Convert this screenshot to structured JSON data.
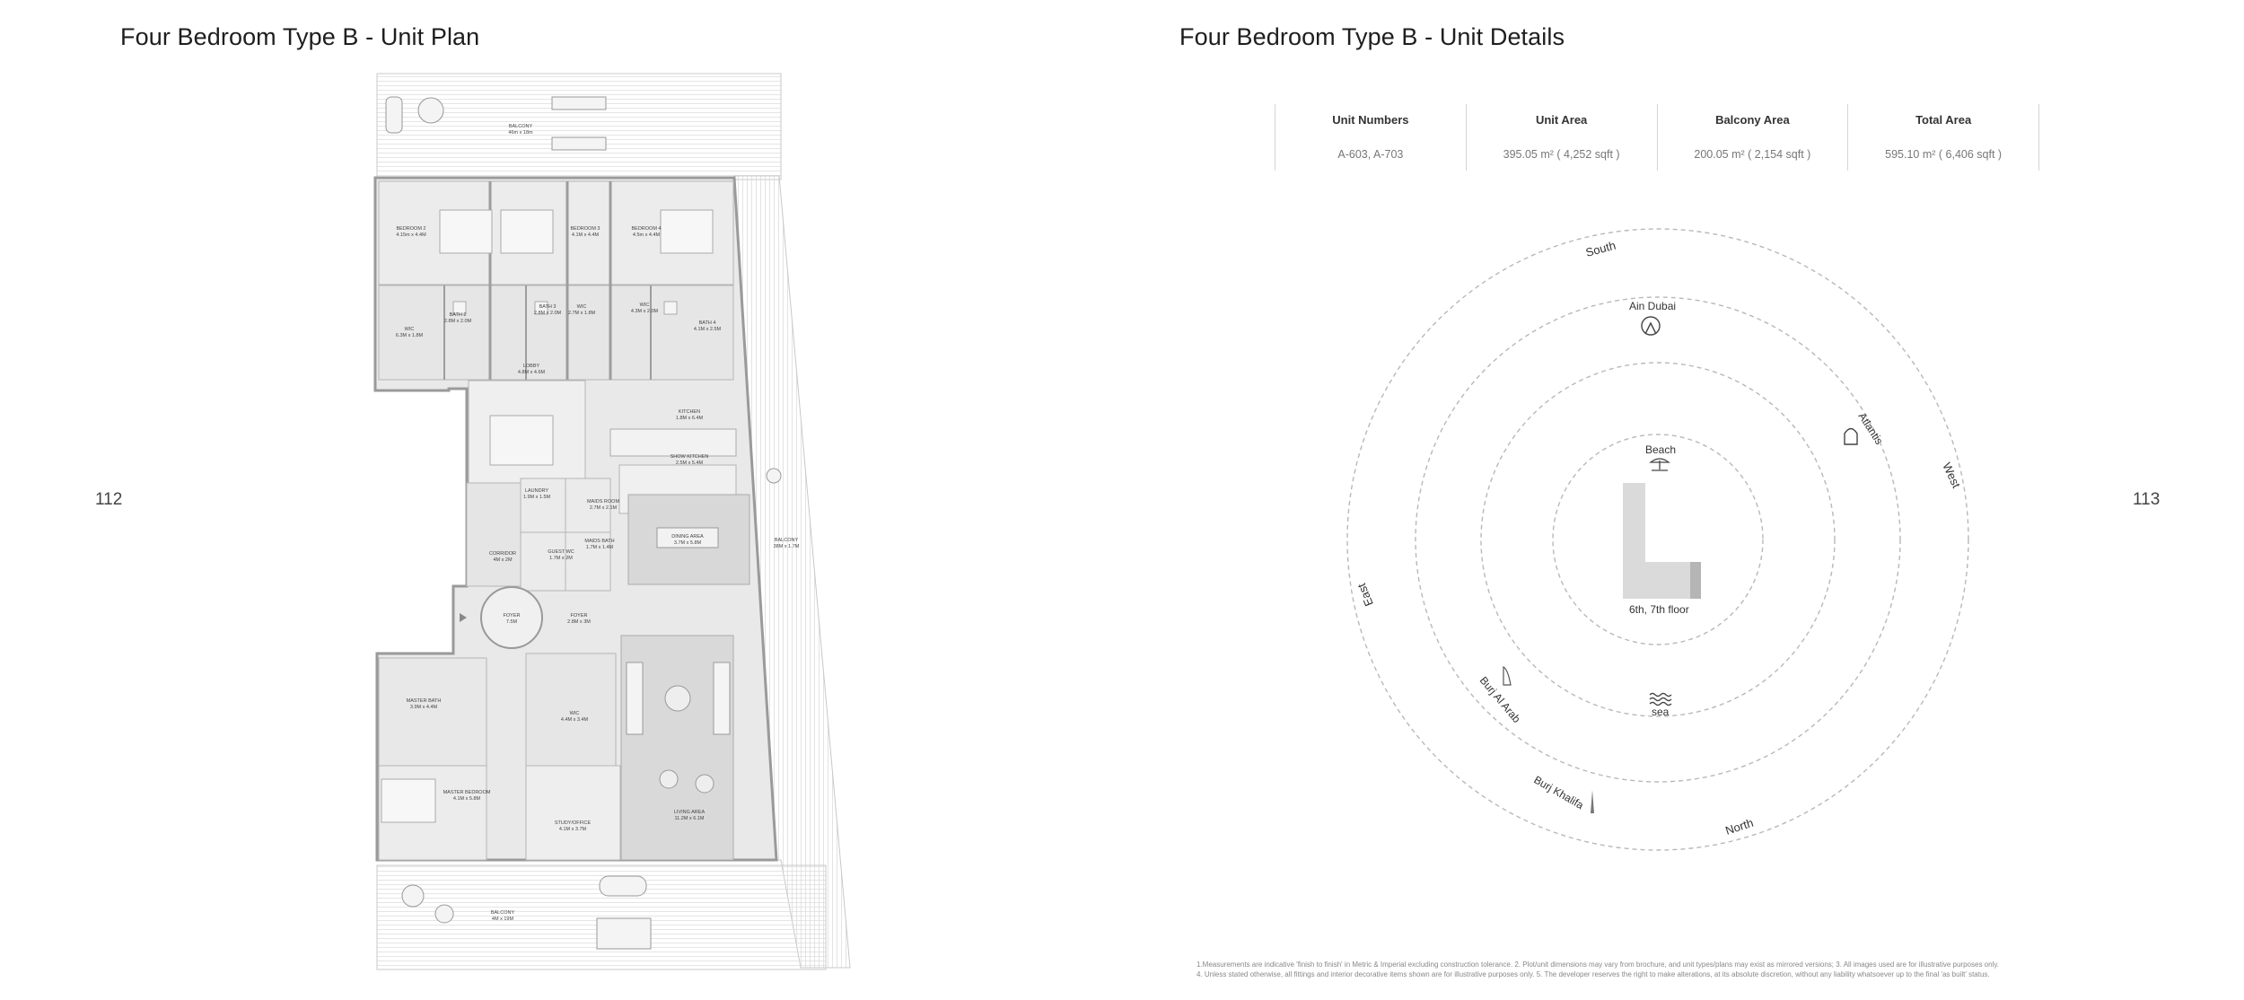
{
  "left_page": {
    "title": "Four Bedroom Type B - Unit Plan",
    "page_number": "112",
    "rooms": {
      "balcony_top": {
        "name": "BALCONY",
        "dims": "46m x 18m"
      },
      "bedroom2": {
        "name": "BEDROOM 2",
        "dims": "4.15m x 4.4M"
      },
      "bedroom3": {
        "name": "BEDROOM 3",
        "dims": "4.1M x 4.4M"
      },
      "bedroom4": {
        "name": "BEDROOM 4",
        "dims": "4.5m x 4.4M"
      },
      "bath2": {
        "name": "BATH 2",
        "dims": "2.8M x 2.0M"
      },
      "bath3": {
        "name": "BATH 3",
        "dims": "2.8M x 2.0M"
      },
      "bath4": {
        "name": "BATH 4",
        "dims": "4.1M x 2.5M"
      },
      "wic_left": {
        "name": "WIC",
        "dims": "6.3M x 1.8M"
      },
      "wic_mid": {
        "name": "WIC",
        "dims": "2.7M x 1.8M"
      },
      "wic_right": {
        "name": "WIC",
        "dims": "4.3M x 2.0M"
      },
      "lobby": {
        "name": "LOBBY",
        "dims": "4.8M x 4.6M"
      },
      "kitchen": {
        "name": "KITCHEN",
        "dims": "1.8M x 6.4M"
      },
      "show_kitchen": {
        "name": "SHOW KITCHEN",
        "dims": "2.5M x 5.4M"
      },
      "laundry": {
        "name": "LAUNDRY",
        "dims": "1.9M x 1.5M"
      },
      "maids_room": {
        "name": "MAIDS ROOM",
        "dims": "2.7M x 2.1M"
      },
      "maids_bath": {
        "name": "MAIDS BATH",
        "dims": "1.7M x 1.4M"
      },
      "dining": {
        "name": "DINING AREA",
        "dims": "3.7M x 5.8M"
      },
      "balcony_right": {
        "name": "BALCONY",
        "dims": "38M x 1.7M"
      },
      "corridor": {
        "name": "CORRIDOR",
        "dims": "4M x 2M"
      },
      "guest_wc": {
        "name": "GUEST WC",
        "dims": "1.7M x 2M"
      },
      "foyer_round": {
        "name": "FOYER",
        "dims": "7.5M"
      },
      "foyer": {
        "name": "FOYER",
        "dims": "2.8M x 3M"
      },
      "master_bath": {
        "name": "MASTER BATH",
        "dims": "3.9M x 4.4M"
      },
      "master_wic": {
        "name": "WIC",
        "dims": "4.4M x 3.4M"
      },
      "master_bedroom": {
        "name": "MASTER BEDROOM",
        "dims": "4.1M x 5.8M"
      },
      "study": {
        "name": "STUDY/OFFICE",
        "dims": "4.1M x 3.7M"
      },
      "living": {
        "name": "LIVING AREA",
        "dims": "11.2M x 6.1M"
      },
      "balcony_bottom": {
        "name": "BALCONY",
        "dims": "4M x 19M"
      }
    }
  },
  "right_page": {
    "title": "Four Bedroom Type B - Unit Details",
    "page_number": "113",
    "stats": [
      {
        "label": "Unit Numbers",
        "value": "A-603, A-703"
      },
      {
        "label": "Unit Area",
        "value": "395.05 m² ( 4,252 sqft )"
      },
      {
        "label": "Balcony Area",
        "value": "200.05 m² ( 2,154 sqft )"
      },
      {
        "label": "Total Area",
        "value": "595.10 m² (  6,406 sqft )"
      }
    ],
    "compass": {
      "directions": {
        "south": "South",
        "west": "West",
        "east": "East",
        "north": "North"
      },
      "landmarks": {
        "ain_dubai": "Ain Dubai",
        "atlantis": "Atlantis",
        "beach": "Beach",
        "sea": "sea",
        "burj_al_arab": "Burj Al Arab",
        "burj_khalifa": "Burj Khalifa"
      },
      "floor_label": "6th, 7th floor"
    },
    "footnotes": [
      "1.Measurements are indicative 'finish to finish' in Metric & Imperial excluding construction tolerance. 2. Plot/unit dimensions may vary from brochure, and unit types/plans may exist as mirrored versions; 3. All images used are for illustrative purposes only.",
      "4. Unless stated otherwise, all fittings and interior decorative items shown are for illustrative purposes only. 5. The developer reserves the right to make alterations, at its absolute discretion, without any liability whatsoever up to the final 'as built' status."
    ]
  }
}
